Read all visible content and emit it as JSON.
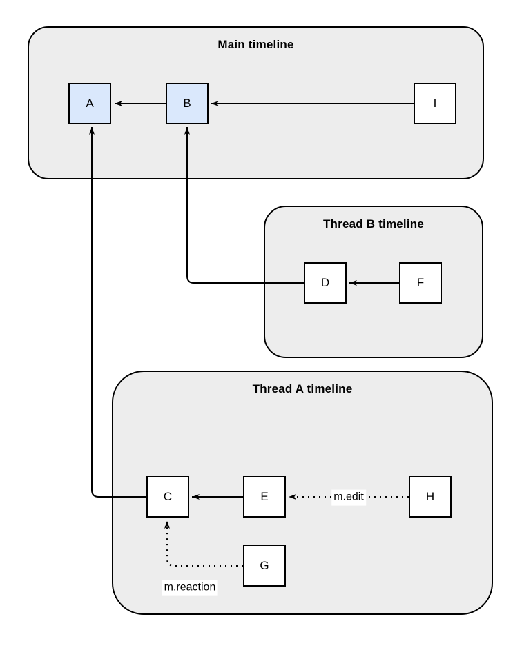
{
  "diagram": {
    "type": "event-graph",
    "containers": {
      "main": {
        "title": "Main timeline"
      },
      "thread_b": {
        "title": "Thread B timeline"
      },
      "thread_a": {
        "title": "Thread A timeline"
      }
    },
    "nodes": {
      "A": {
        "label": "A",
        "container": "main",
        "highlighted": true
      },
      "B": {
        "label": "B",
        "container": "main",
        "highlighted": true
      },
      "I": {
        "label": "I",
        "container": "main",
        "highlighted": false
      },
      "D": {
        "label": "D",
        "container": "thread_b",
        "highlighted": false
      },
      "F": {
        "label": "F",
        "container": "thread_b",
        "highlighted": false
      },
      "C": {
        "label": "C",
        "container": "thread_a",
        "highlighted": false
      },
      "E": {
        "label": "E",
        "container": "thread_a",
        "highlighted": false
      },
      "H": {
        "label": "H",
        "container": "thread_a",
        "highlighted": false
      },
      "G": {
        "label": "G",
        "container": "thread_a",
        "highlighted": false
      }
    },
    "edges": [
      {
        "from": "B",
        "to": "A",
        "style": "solid",
        "label": ""
      },
      {
        "from": "I",
        "to": "B",
        "style": "solid",
        "label": ""
      },
      {
        "from": "D",
        "to": "B",
        "style": "solid",
        "label": ""
      },
      {
        "from": "F",
        "to": "D",
        "style": "solid",
        "label": ""
      },
      {
        "from": "C",
        "to": "A",
        "style": "solid",
        "label": ""
      },
      {
        "from": "E",
        "to": "C",
        "style": "solid",
        "label": ""
      },
      {
        "from": "H",
        "to": "E",
        "style": "dotted",
        "label": "m.edit"
      },
      {
        "from": "G",
        "to": "C",
        "style": "dotted",
        "label": "m.reaction"
      }
    ],
    "colors": {
      "container_fill": "#ededed",
      "container_border": "#000000",
      "node_fill": "#ffffff",
      "node_highlight_fill": "#dae8fc",
      "node_border": "#000000",
      "edge": "#000000",
      "label_bg": "#ffffff",
      "canvas_bg": "#ffffff"
    }
  }
}
